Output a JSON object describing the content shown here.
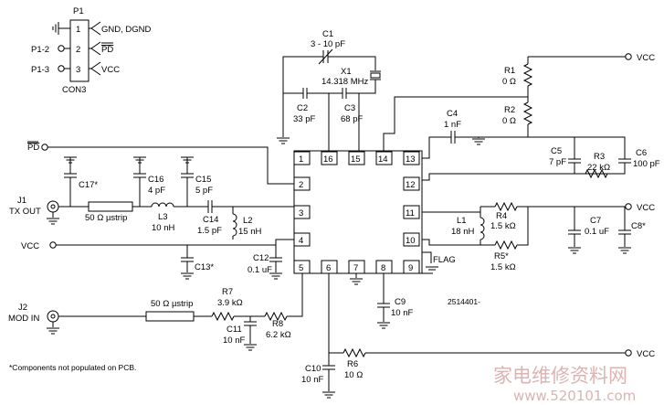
{
  "labels": {
    "p1": "P1",
    "p1_pin1": "1",
    "p1_pin2": "2",
    "p1_pin3": "3",
    "p1_gnd": "GND, DGND",
    "p1_pd": "PD",
    "p1_vcc": "VCC",
    "p1_p12": "P1-2",
    "p1_p13": "P1-3",
    "con3": "CON3",
    "pd_in": "PD",
    "j1": "J1",
    "tx_out": "TX OUT",
    "vcc_left": "VCC",
    "j2": "J2",
    "mod_in": "MOD IN",
    "c17": "C17*",
    "strip1": "50 Ω µstrip",
    "c16": "C16",
    "c16v": "4 pF",
    "c15": "C15",
    "c15v": "5 pF",
    "l3": "L3",
    "l3v": "10 nH",
    "c14": "C14",
    "c14v": "1.5 pF",
    "l2": "L2",
    "l2v": "15 nH",
    "c13": "C13*",
    "c12": "C12",
    "c12v": "0.1 uF",
    "r7": "R7",
    "r7v": "3.9 kΩ",
    "strip2": "50 Ω µstrip",
    "c11": "C11",
    "c11v": "10 nF",
    "r8": "R8",
    "r8v": "6.2 kΩ",
    "c1": "C1",
    "c1v": "3 - 10 pF",
    "x1": "X1",
    "x1v": "14.318 MHz",
    "c2": "C2",
    "c2v": "33 pF",
    "c3": "C3",
    "c3v": "68 pF",
    "r1": "R1",
    "r1v": "0 Ω",
    "r2": "R2",
    "r2v": "0 Ω",
    "vcc_r1": "VCC",
    "c4": "C4",
    "c4v": "1 nF",
    "c5": "C5",
    "c5v": "7 pF",
    "r3": "R3",
    "r3v": "22 kΩ",
    "c6": "C6",
    "c6v": "100 pF",
    "l1": "L1",
    "l1v": "18 nH",
    "r4": "R4",
    "r4v": "1.5 kΩ",
    "r5": "R5*",
    "r5v": "1.5 kΩ",
    "c7": "C7",
    "c7v": "0.1 uF",
    "c8": "C8*",
    "vcc_r2": "VCC",
    "flag": "FLAG",
    "c9": "C9",
    "c9v": "10 nF",
    "part_no": "2514401-",
    "c10": "C10",
    "c10v": "10 nF",
    "r6": "R6",
    "r6v": "10 Ω",
    "vcc_r3": "VCC",
    "note": "*Components not populated on PCB.",
    "ic_pins": [
      "1",
      "2",
      "3",
      "4",
      "5",
      "6",
      "7",
      "8",
      "9",
      "10",
      "11",
      "12",
      "13",
      "14",
      "15",
      "16"
    ],
    "watermark_cn": "家电维修资料网",
    "watermark_url": "www.520101.com"
  }
}
